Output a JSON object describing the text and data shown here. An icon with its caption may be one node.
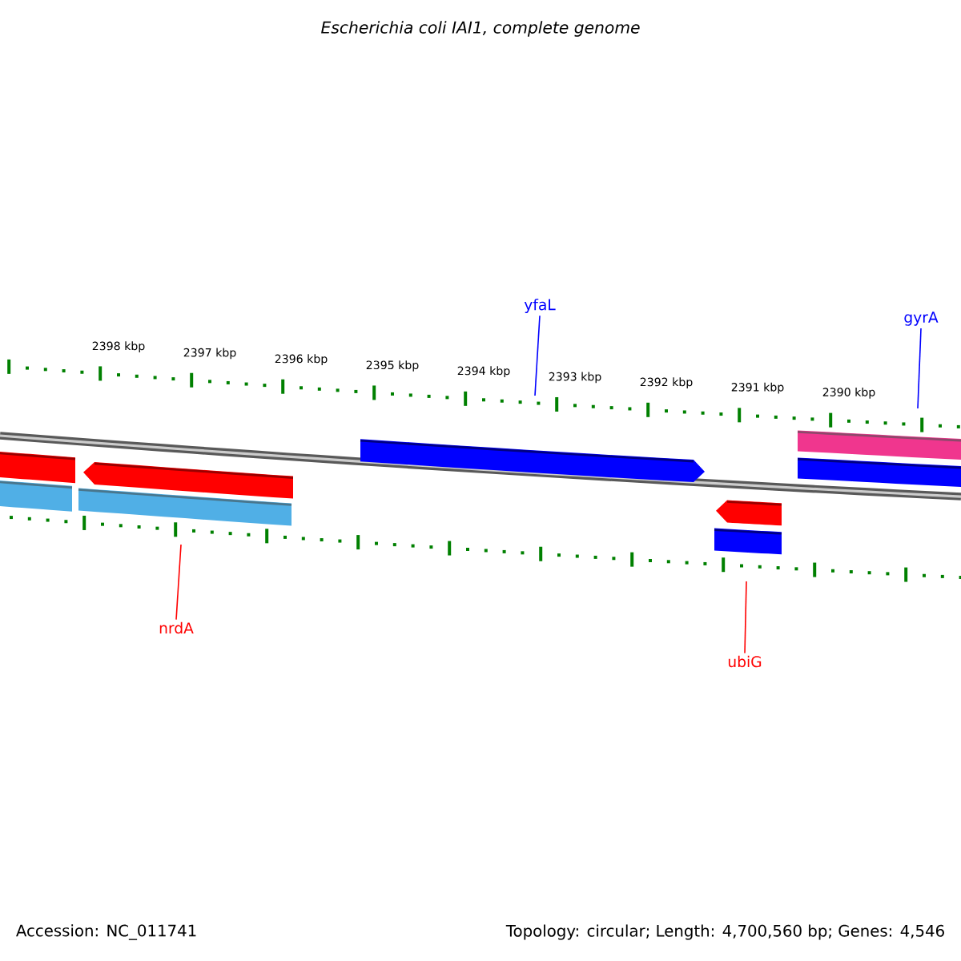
{
  "diagram": {
    "title": "Escherichia coli IAI1, complete genome",
    "nodes": [
      {
        "text": [
          "yfaL"
        ]
      },
      {
        "text": [
          "gyrA"
        ]
      },
      {
        "text": [
          "nrdA"
        ]
      },
      {
        "text": [
          "ubiG"
        ]
      }
    ],
    "edges": [
      {
        "from": 0,
        "to": null,
        "arrow": "none",
        "color": "#0000ff"
      },
      {
        "from": 1,
        "to": null,
        "arrow": "none",
        "color": "#0000ff"
      },
      {
        "from": 2,
        "to": null,
        "arrow": "none",
        "color": "#ff0000"
      },
      {
        "from": 3,
        "to": null,
        "arrow": "none",
        "color": "#ff0000"
      }
    ],
    "labels": [
      "2398 kbp",
      "2397 kbp",
      "2396 kbp",
      "2395 kbp",
      "2394 kbp",
      "2393 kbp",
      "2392 kbp",
      "2391 kbp",
      "2390 kbp",
      "Accession: NC_011741",
      "Topology: circular; Length: 4,700,560 bp; Genes: 4,546"
    ]
  }
}
